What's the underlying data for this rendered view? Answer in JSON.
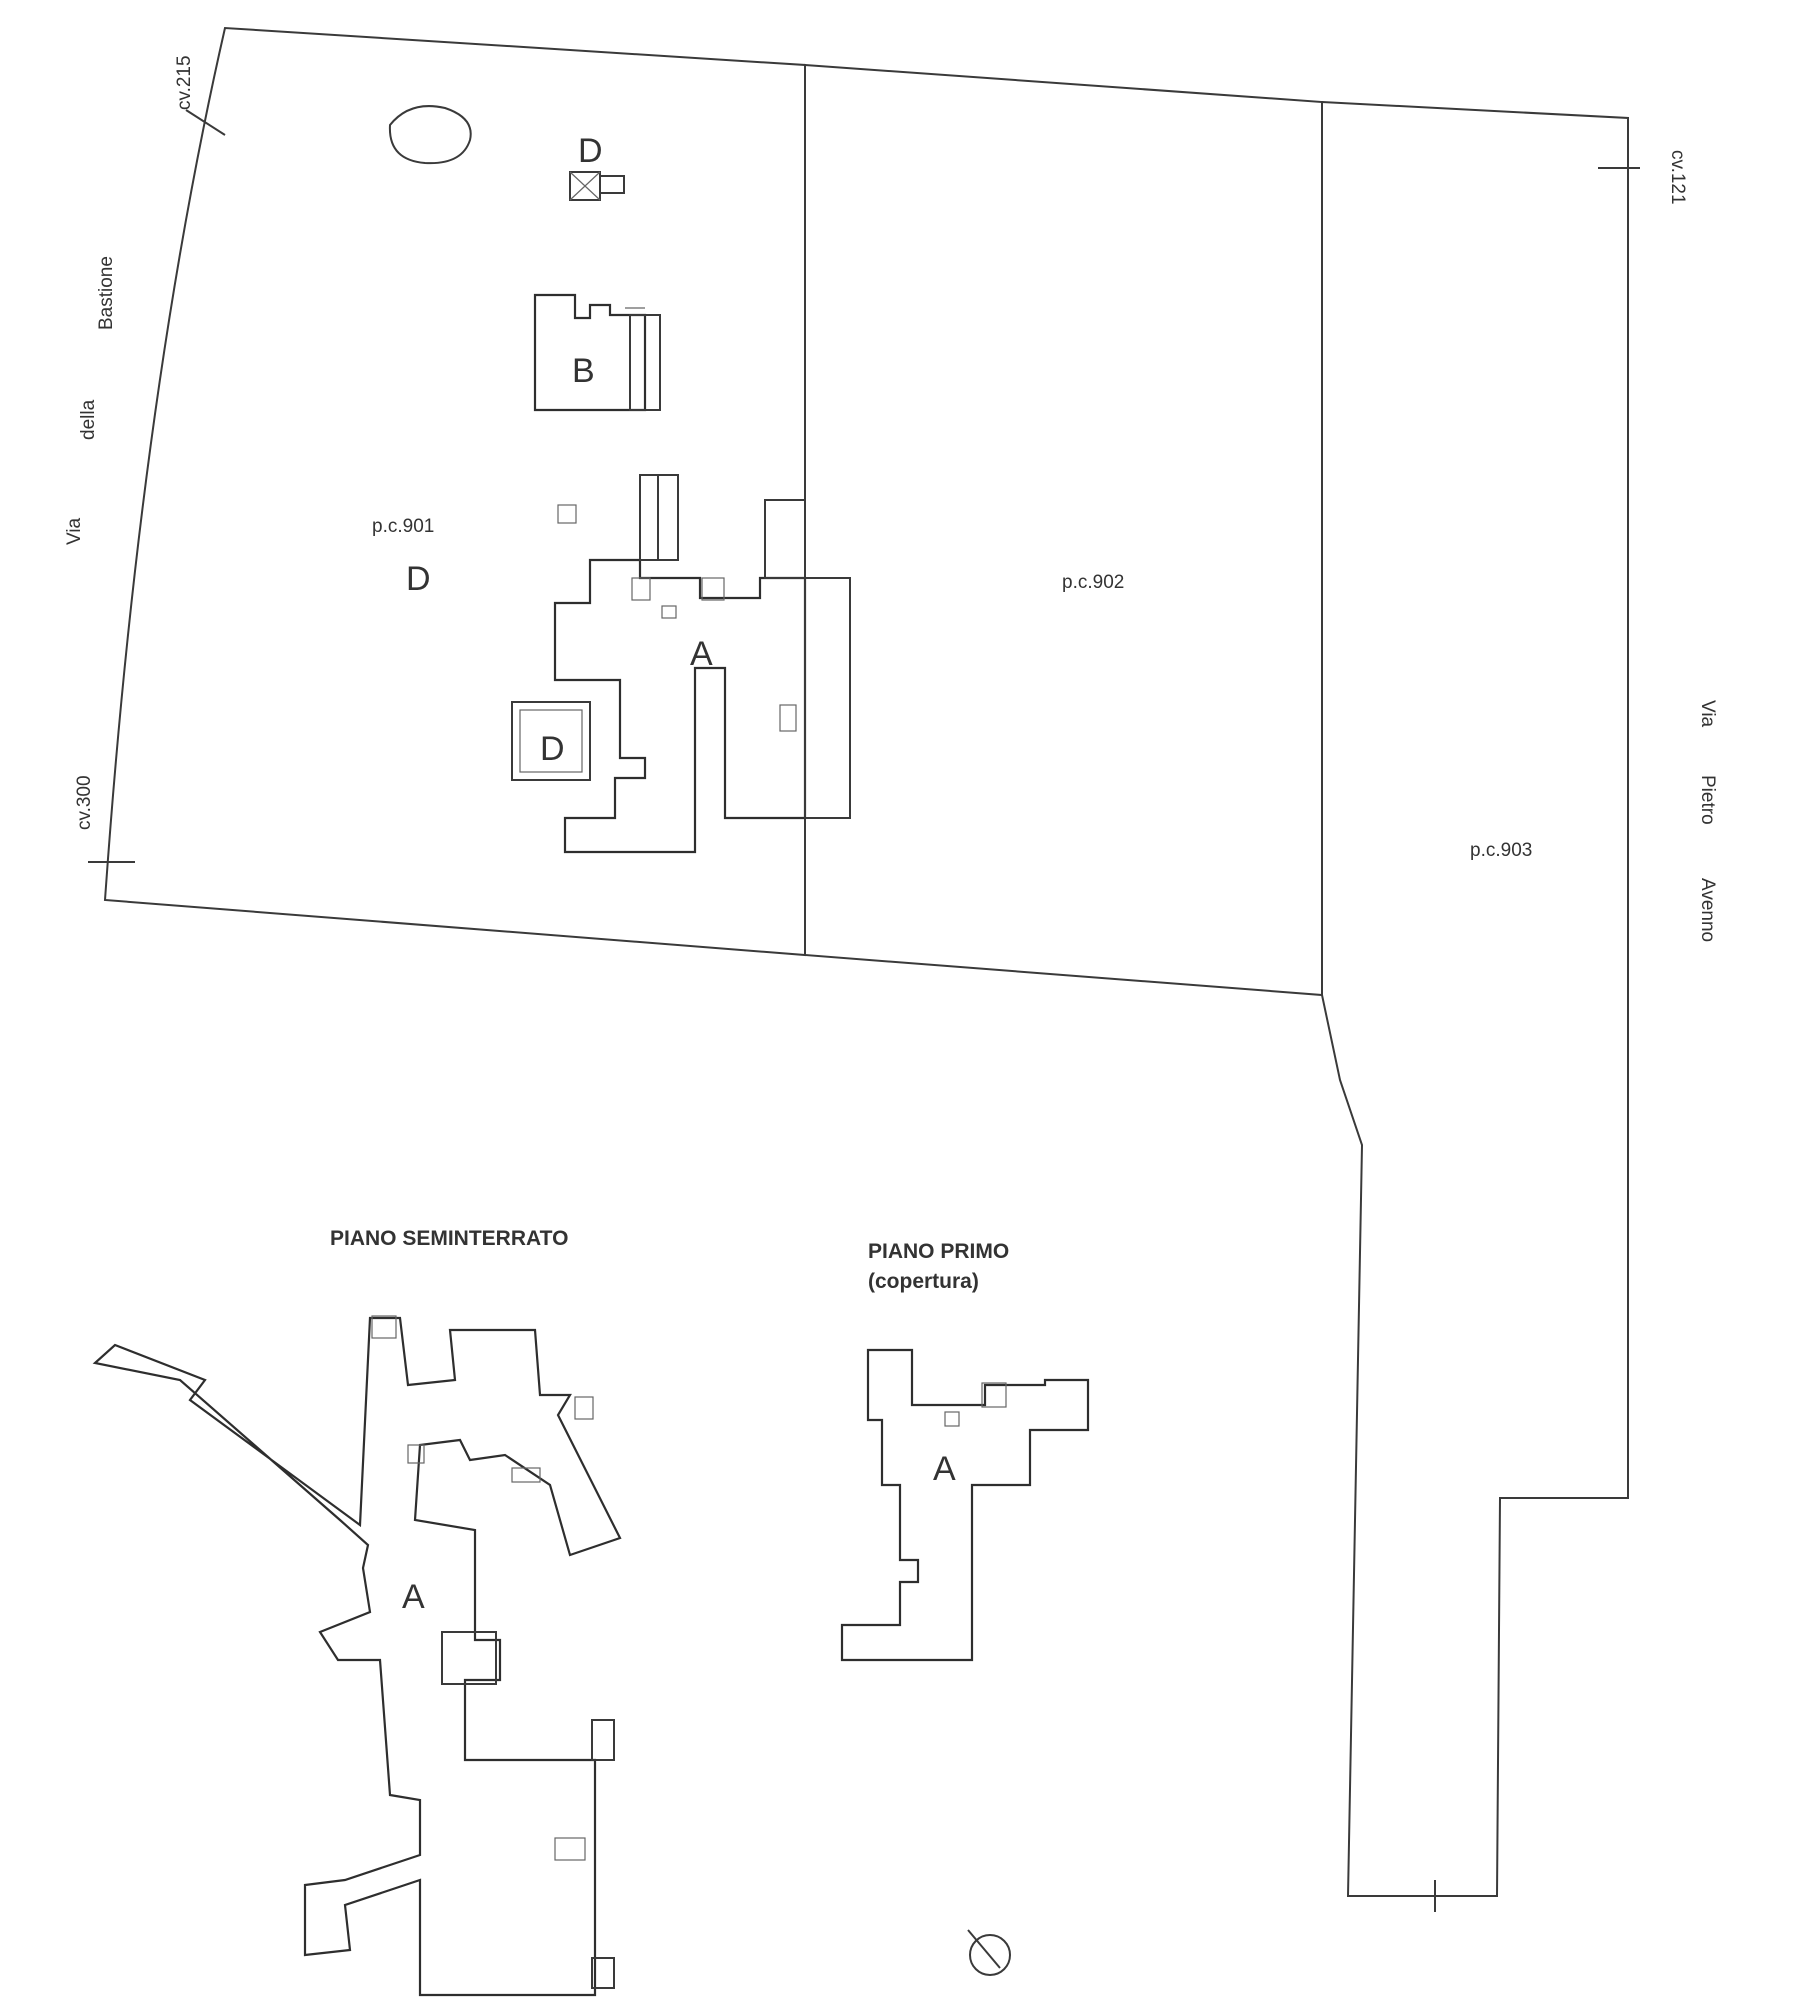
{
  "parcels": {
    "pc901": "p.c.901",
    "pc902": "p.c.902",
    "pc903": "p.c.903"
  },
  "streets": {
    "via_bastione": [
      "Via",
      "della",
      "Bastione"
    ],
    "via_pietro": [
      "Via",
      "Pietro",
      "Avenno"
    ]
  },
  "levels": {
    "labels": [
      "cv.215",
      "cv.121",
      "cv.300"
    ]
  },
  "building_labels": {
    "d_top": "D",
    "b": "B",
    "d_mid": "D",
    "a": "A",
    "d_small": "D",
    "a_basement": "A",
    "a_first": "A"
  },
  "floors": {
    "basement_title": "PIANO SEMINTERRATO",
    "first_title": "PIANO PRIMO",
    "first_subtitle": "(copertura)"
  }
}
